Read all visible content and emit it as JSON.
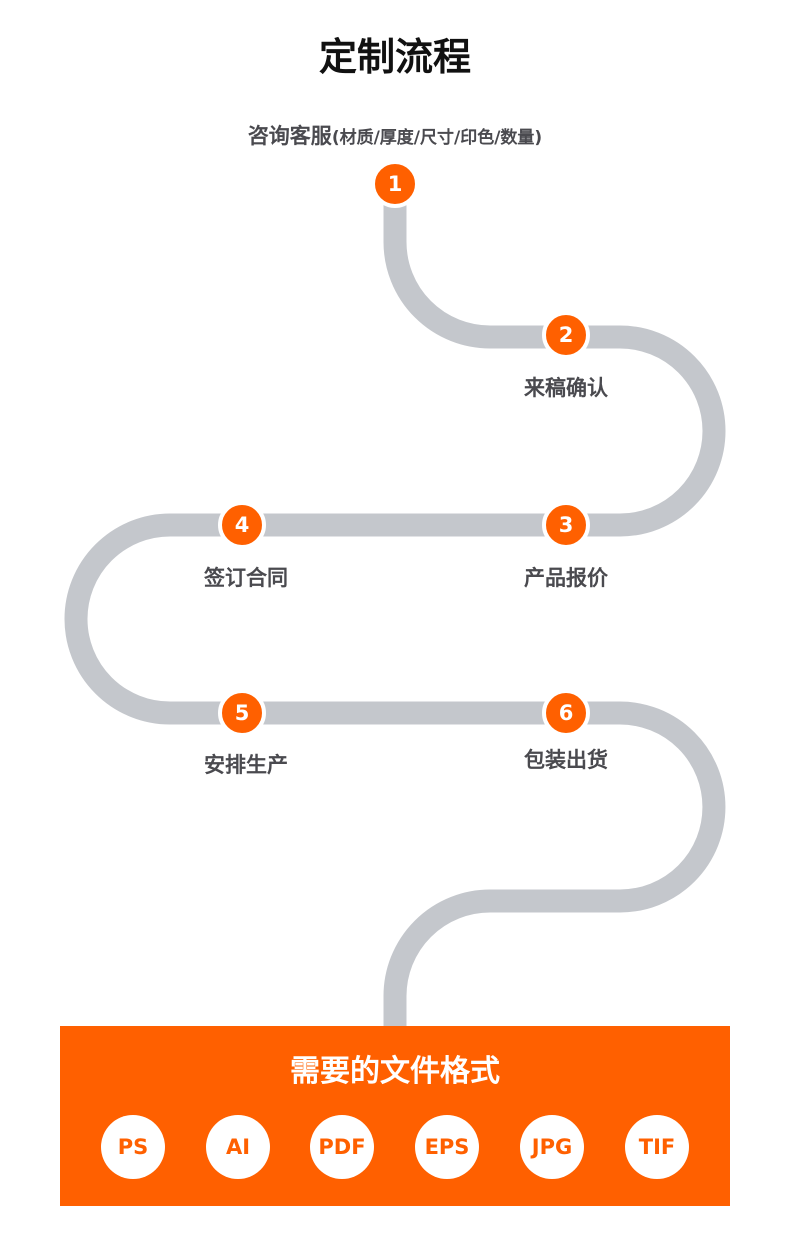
{
  "title": "定制流程",
  "steps": [
    {
      "num": "1",
      "label": "咨询客服",
      "detail": "(材质/厚度/尺寸/印色/数量)"
    },
    {
      "num": "2",
      "label": "来稿确认"
    },
    {
      "num": "3",
      "label": "产品报价"
    },
    {
      "num": "4",
      "label": "签订合同"
    },
    {
      "num": "5",
      "label": "安排生产"
    },
    {
      "num": "6",
      "label": "包装出货"
    }
  ],
  "formats": {
    "title": "需要的文件格式",
    "items": [
      "PS",
      "AI",
      "PDF",
      "EPS",
      "JPG",
      "TIF"
    ]
  },
  "colors": {
    "accent": "#ff6000",
    "path": "#c4c7cc",
    "text": "#4a4a4f"
  }
}
